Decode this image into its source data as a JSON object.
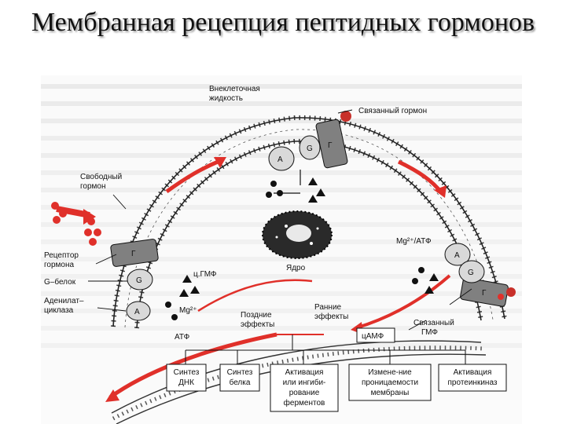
{
  "slide": {
    "title": "Мембранная рецепция пептидных гормонов"
  },
  "diagram": {
    "labels": {
      "extracellular": [
        "Внеклеточная",
        "жидкость"
      ],
      "bound_hormone": "Связанный гормон",
      "free_hormone": [
        "Свободный",
        "гормон"
      ],
      "receptor": [
        "Рецептор",
        "гормона"
      ],
      "g_protein": "G–белок",
      "adenylate_cyclase": [
        "Аденилат–",
        "циклаза"
      ],
      "atp": "АТФ",
      "cgmp": "ц.ГМФ",
      "mg": "Mg²⁺",
      "mg_atp": "Mg²⁺/АТФ",
      "nucleus": "Ядро",
      "late_effects": [
        "Поздние",
        "эффекты"
      ],
      "early_effects": [
        "Ранние",
        "эффекты"
      ],
      "camp": "цАМФ",
      "bound_gmp": [
        "Связанный",
        "ГМФ"
      ]
    },
    "glyphs": {
      "receptor": "Г",
      "g_protein": "G",
      "cyclase": "A"
    },
    "boxes": [
      [
        "Синтез",
        "ДНК"
      ],
      [
        "Синтез",
        "белка"
      ],
      [
        "Активация",
        "или ингиби-",
        "рование",
        "ферментов"
      ],
      [
        "Измене-ние",
        "проницаемости",
        "мембраны"
      ],
      [
        "Активация",
        "протеинкиназ"
      ]
    ],
    "colors": {
      "arrow": "#e0302a",
      "membrane": "#222222",
      "receptor": "#777777"
    }
  }
}
